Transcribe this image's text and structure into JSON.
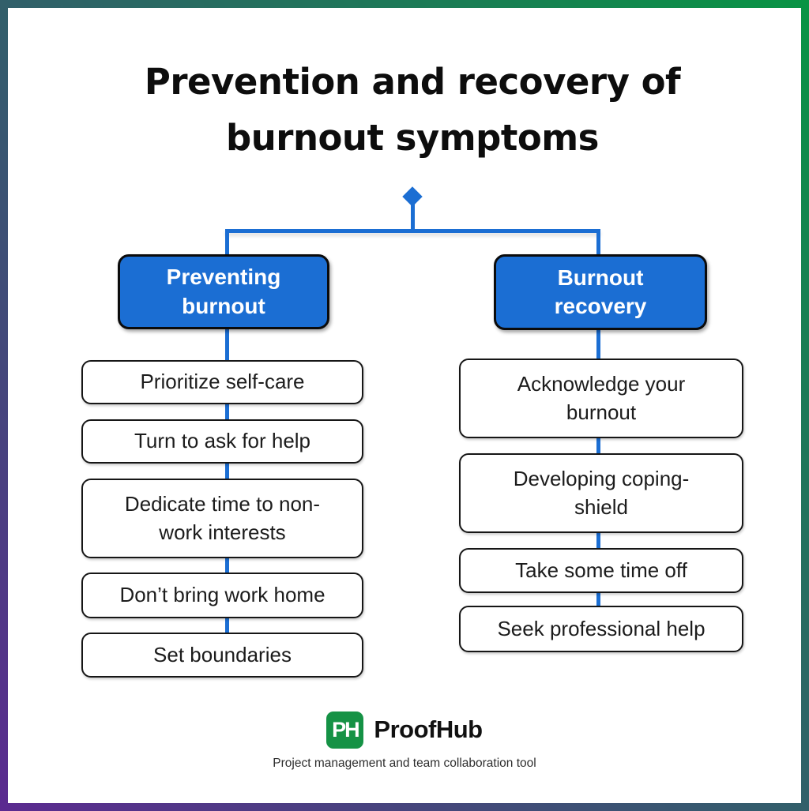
{
  "page": {
    "title": "Prevention and recovery of burnout symptoms"
  },
  "tree": {
    "root_marker": "diamond",
    "branches": [
      {
        "label": "Preventing burnout",
        "items": [
          "Prioritize self-care",
          "Turn to ask for help",
          "Dedicate time to non-work interests",
          "Don’t bring work home",
          "Set boundaries"
        ]
      },
      {
        "label": "Burnout recovery",
        "items": [
          "Acknowledge your burnout",
          "Developing coping-shield",
          "Take some time off",
          "Seek professional help"
        ]
      }
    ]
  },
  "footer": {
    "logo_text": "PH",
    "brand": "ProofHub",
    "tagline": "Project management and team collaboration tool"
  },
  "colors": {
    "accent_blue": "#1b6ed3",
    "logo_green": "#159245",
    "border_gradient_start": "#5b2a90",
    "border_gradient_end": "#089444"
  }
}
